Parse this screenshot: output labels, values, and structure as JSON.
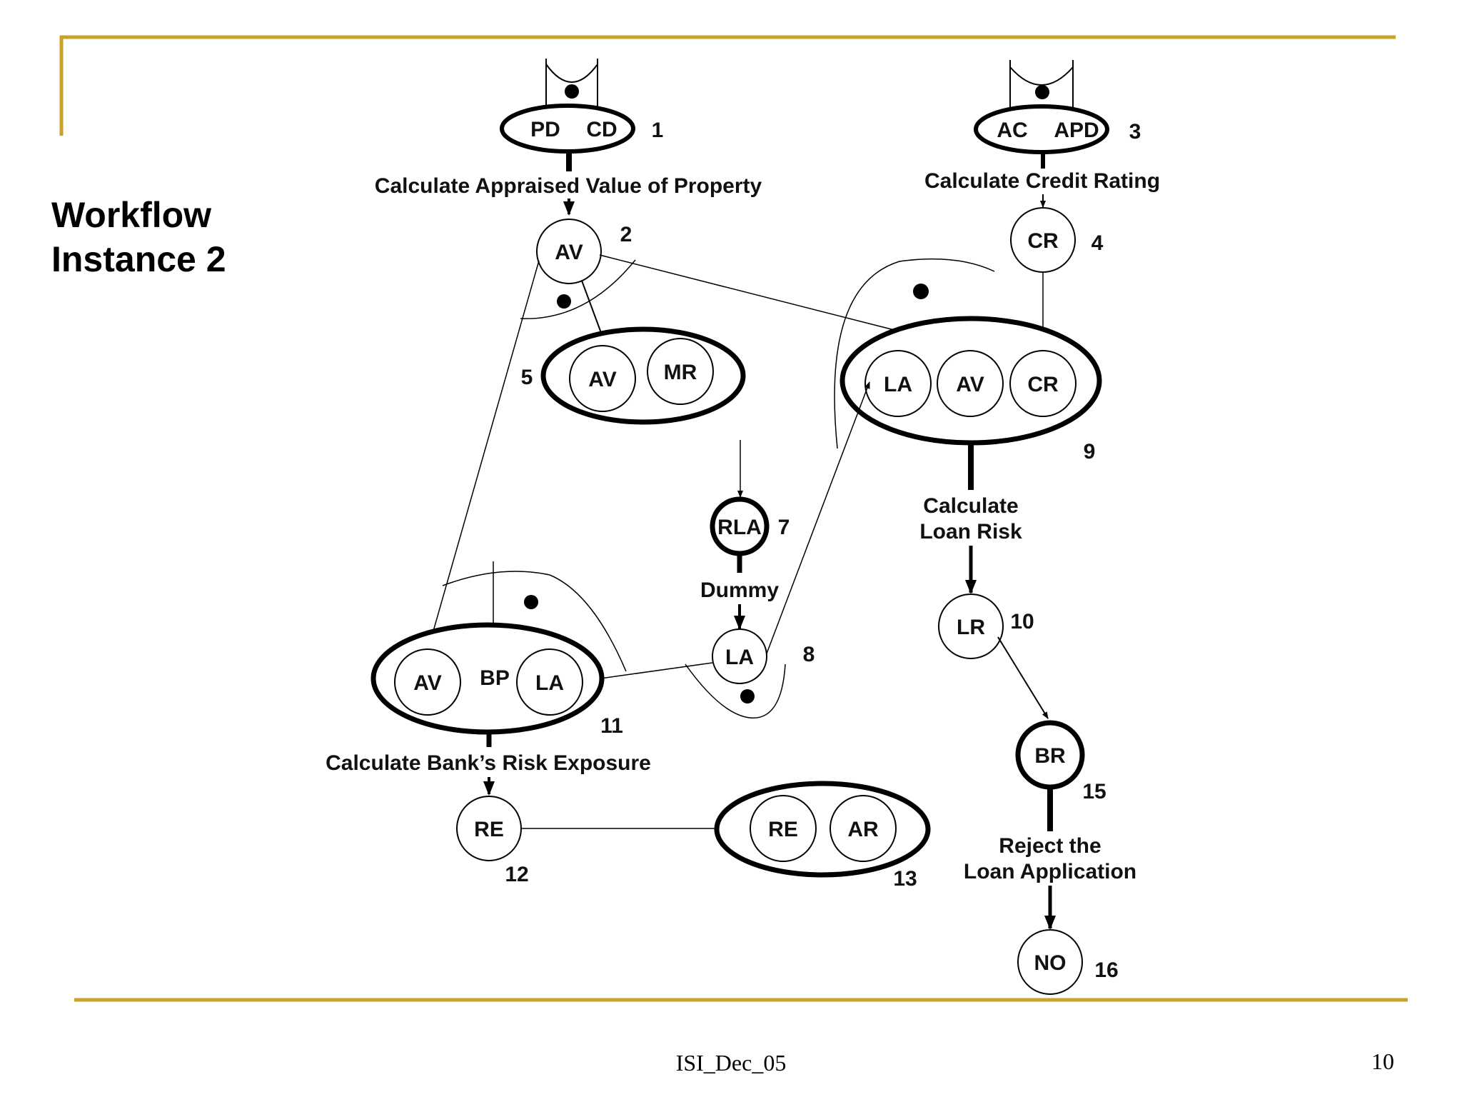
{
  "slide": {
    "title_line1": "Workflow",
    "title_line2": "Instance 2",
    "footer": "ISI_Dec_05",
    "page_number": "10",
    "accent_color": "#C9A227"
  },
  "diagram": {
    "nodes": {
      "n1": {
        "a": "PD",
        "b": "CD",
        "num": "1"
      },
      "n2": {
        "label": "AV",
        "num": "2"
      },
      "n3": {
        "a": "AC",
        "b": "APD",
        "num": "3"
      },
      "n4": {
        "label": "CR",
        "num": "4"
      },
      "n5": {
        "a": "AV",
        "b": "MR",
        "num": "5"
      },
      "n7": {
        "label": "RLA",
        "num": "7"
      },
      "n8": {
        "label": "LA",
        "num": "8"
      },
      "n9": {
        "a": "LA",
        "b": "AV",
        "c": "CR",
        "num": "9"
      },
      "n10": {
        "label": "LR",
        "num": "10"
      },
      "n11": {
        "a": "AV",
        "b": "BP",
        "c": "LA",
        "num": "11"
      },
      "n12": {
        "label": "RE",
        "num": "12"
      },
      "n13": {
        "a": "RE",
        "b": "AR",
        "num": "13"
      },
      "n15": {
        "label": "BR",
        "num": "15"
      },
      "n16": {
        "label": "NO",
        "num": "16"
      }
    },
    "transitions": {
      "t1": "Calculate Appraised Value of Property",
      "t3": "Calculate Credit Rating",
      "t7": "Dummy",
      "t9_line1": "Calculate",
      "t9_line2": "Loan Risk",
      "t11": "Calculate Bank’s Risk Exposure",
      "t15_line1": "Reject the",
      "t15_line2": "Loan Application"
    }
  }
}
